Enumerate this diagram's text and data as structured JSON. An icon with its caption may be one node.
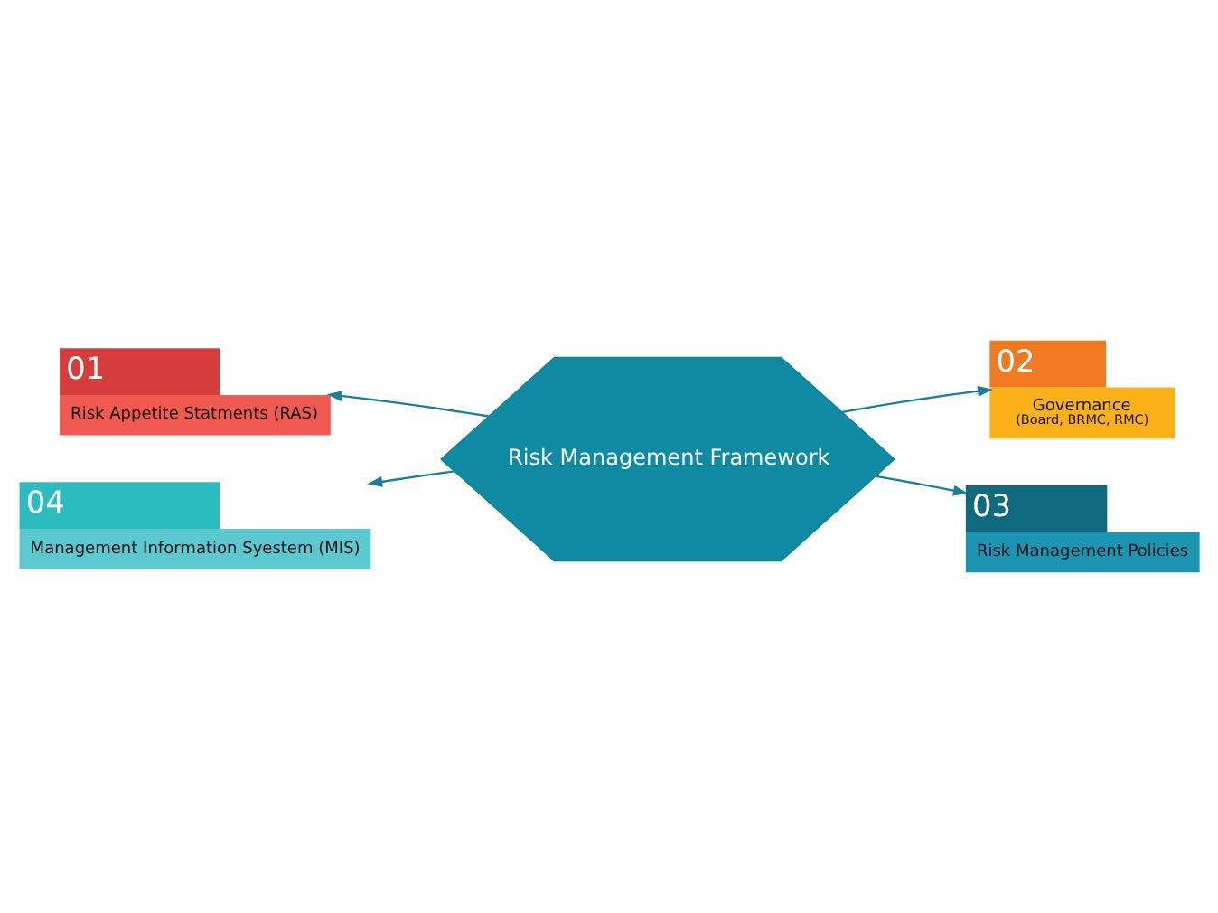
{
  "diagram": {
    "nodes": [
      {
        "text": [
          "01",
          "Risk Appetite Statments (RAS)"
        ]
      },
      {
        "text": [
          "02",
          "Governance",
          "(Board, BRMC, RMC)"
        ]
      },
      {
        "text": [
          "Risk Management Framework"
        ]
      },
      {
        "text": [
          "04",
          "Management Information Syestem (MIS)"
        ]
      },
      {
        "text": [
          "03",
          "Risk Management Policies"
        ]
      }
    ],
    "edges": [
      {
        "from": 2,
        "to": 0,
        "arrow": "to"
      },
      {
        "from": 2,
        "to": 1,
        "arrow": "to"
      },
      {
        "from": 2,
        "to": 3,
        "arrow": "to"
      },
      {
        "from": 2,
        "to": 4,
        "arrow": "to"
      }
    ]
  }
}
